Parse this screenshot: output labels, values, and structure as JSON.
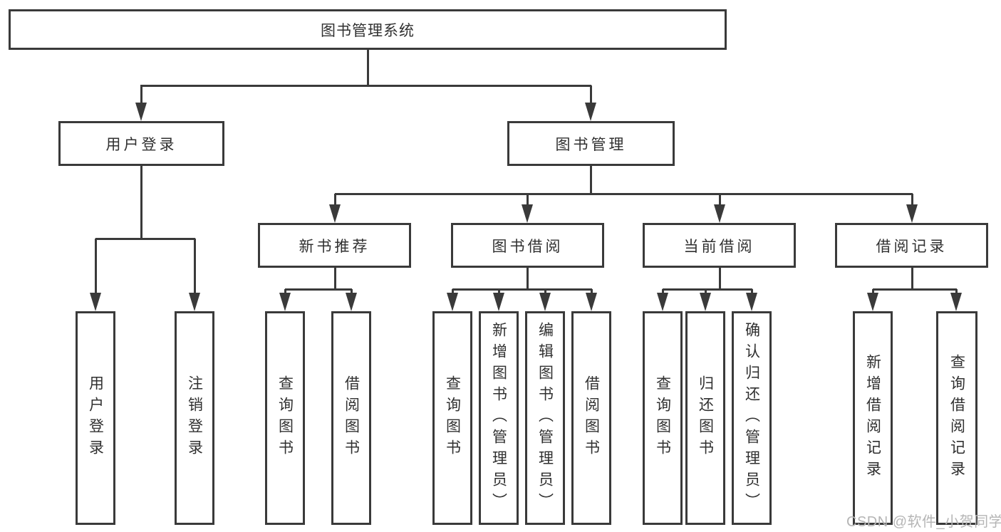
{
  "diagram": {
    "root": "图书管理系统",
    "branches": [
      {
        "label": "用户登录",
        "children": [
          "用户登录",
          "注销登录"
        ]
      },
      {
        "label": "图书管理",
        "children": [
          {
            "label": "新书推荐",
            "children": [
              "查询图书",
              "借阅图书"
            ]
          },
          {
            "label": "图书借阅",
            "children": [
              "查询图书",
              "新增图书（管理员）",
              "编辑图书（管理员）",
              "借阅图书"
            ]
          },
          {
            "label": "当前借阅",
            "children": [
              "查询图书",
              "归还图书",
              "确认归还（管理员）"
            ]
          },
          {
            "label": "借阅记录",
            "children": [
              "新增借阅记录",
              "查询借阅记录"
            ]
          }
        ]
      }
    ]
  },
  "watermark": "CSDN @软件_小贺同学",
  "colors": {
    "line": "#3a3a3a",
    "box_border": "#3a3a3a",
    "box_background": "#ffffff",
    "text": "#303030",
    "watermark": "#b5b5b5"
  }
}
